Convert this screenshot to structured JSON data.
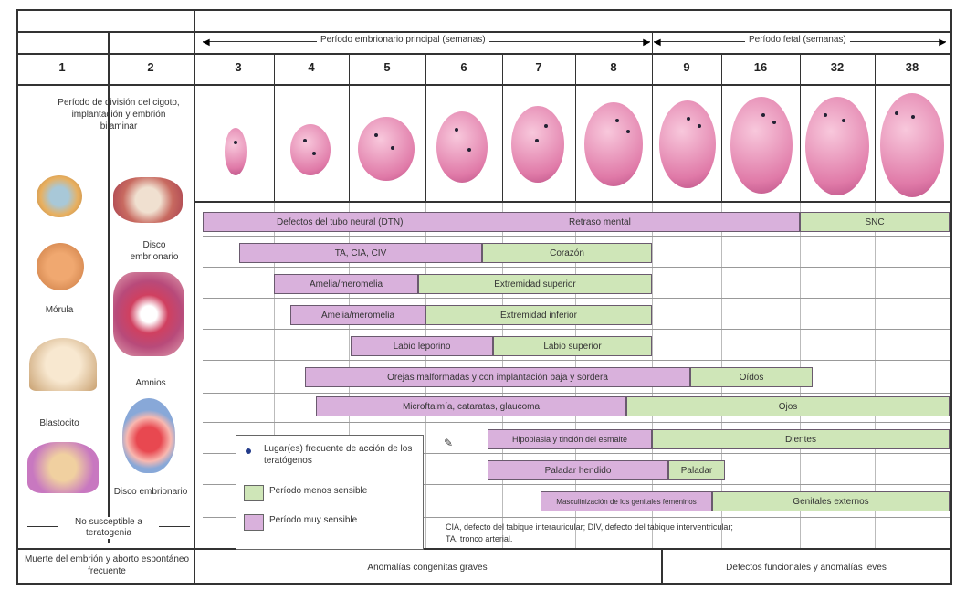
{
  "header": {
    "period_embryonic": "Período embrionario principal (semanas)",
    "period_fetal": "Período fetal (semanas)"
  },
  "weeks": [
    "1",
    "2",
    "3",
    "4",
    "5",
    "6",
    "7",
    "8",
    "9",
    "16",
    "32",
    "38"
  ],
  "left_panel": {
    "division_text": "Período de división del cigoto, implantación y embrión bilaminar",
    "label_disco_1": "Disco embrionario",
    "label_morula": "Mórula",
    "label_amnios": "Amnios",
    "label_blastocito": "Blastocito",
    "label_disco_2": "Disco embrionario",
    "not_susceptible": "No susceptible a teratogenia",
    "death_text": "Muerte del embrión y aborto espontáneo frecuente"
  },
  "bars": {
    "dtn": "Defectos del tubo neural (DTN)",
    "retraso": "Retraso mental",
    "snc": "SNC",
    "ta_cia": "TA, CIA, CIV",
    "corazon": "Corazón",
    "amelia1": "Amelia/meromelia",
    "ext_sup": "Extremidad superior",
    "amelia2": "Amelia/meromelia",
    "ext_inf": "Extremidad inferior",
    "labio_lep": "Labio leporino",
    "labio_sup": "Labio superior",
    "orejas": "Orejas malformadas y con implantación baja y sordera",
    "oidos": "Oídos",
    "microf": "Microftalmía, cataratas, glaucoma",
    "ojos": "Ojos",
    "hipoplasia": "Hipoplasia y tinción del esmalte",
    "dientes": "Dientes",
    "paladar_h": "Paladar hendido",
    "paladar": "Paladar",
    "masc": "Masculinización de los genitales femeninos",
    "genitales": "Genitales externos"
  },
  "legend": {
    "dot": "Lugar(es) frecuente de acción de los teratógenos",
    "less": "Período menos sensible",
    "more": "Período muy sensible"
  },
  "abbrev": {
    "line1": "CIA, defecto del tabique interauricular; DIV, defecto del tabique interventricular;",
    "line2": "TA, tronco arterial."
  },
  "footer": {
    "grave": "Anomalías congénitas graves",
    "leves": "Defectos funcionales y anomalías leves"
  },
  "colors": {
    "sensitive": "#d9b1dc",
    "less_sensitive": "#cfe6b8",
    "embryo": "#e07aa8"
  }
}
